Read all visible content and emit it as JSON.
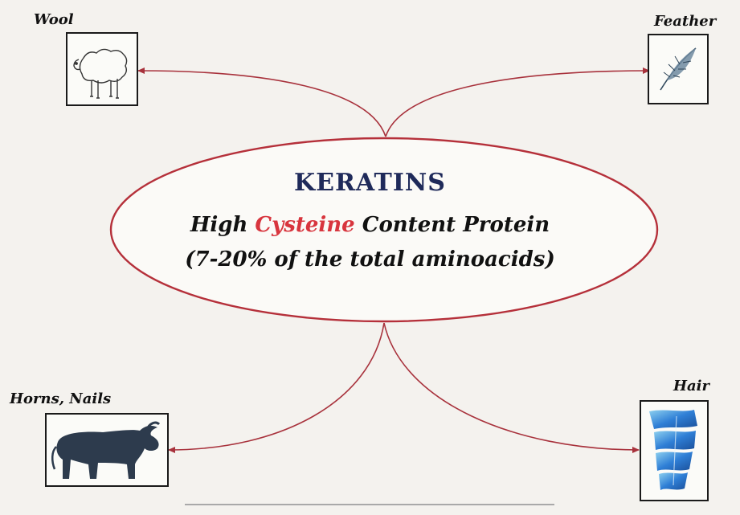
{
  "center": {
    "title": "KERATINS",
    "line1_prefix": "High ",
    "line1_accent": "Cysteine",
    "line1_suffix": " Content Protein",
    "line2": "(7-20% of the total aminoacids)"
  },
  "nodes": {
    "wool": {
      "label": "Wool",
      "icon": "sheep-icon"
    },
    "feather": {
      "label": "Feather",
      "icon": "feather-icon"
    },
    "horns_nails": {
      "label": "Horns, Nails",
      "icon": "bull-icon"
    },
    "hair": {
      "label": "Hair",
      "icon": "hair-fiber-icon"
    }
  },
  "colors": {
    "ellipse_stroke": "#b5303a",
    "arrow": "#a8323c",
    "title": "#1f2a5a",
    "accent": "#d8353e",
    "bull": "#2d3b4d",
    "hair": "#2f7fd6"
  }
}
